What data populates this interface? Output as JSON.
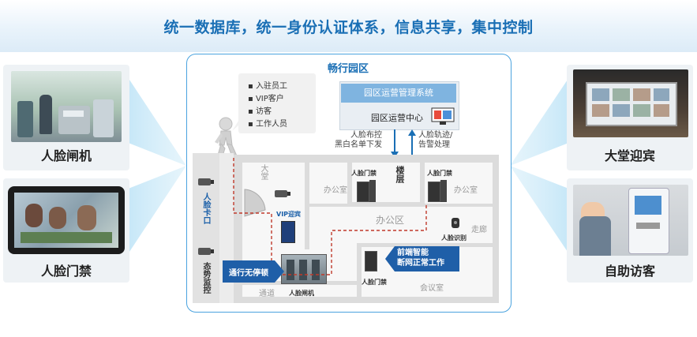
{
  "banner": {
    "title": "统一数据库，统一身份认证体系，信息共享，集中控制"
  },
  "left_panels": [
    {
      "label": "人脸闸机",
      "icon": "face-gate-photo"
    },
    {
      "label": "人脸门禁",
      "icon": "face-access-terminal-photo"
    }
  ],
  "right_panels": [
    {
      "label": "大堂迎宾",
      "icon": "lobby-welcome-screen-photo"
    },
    {
      "label": "自助访客",
      "icon": "self-service-kiosk-photo"
    }
  ],
  "park": {
    "title": "畅行园区",
    "person_types": [
      "入驻员工",
      "VIP客户",
      "访客",
      "工作人员"
    ],
    "ops_system": "园区运营管理系统",
    "ops_center": "园区运营中心",
    "arrow_down_label": [
      "人脸布控",
      "黑白名单下发"
    ],
    "arrow_up_label": [
      "人脸轨迹/",
      "告警处理"
    ],
    "entrance": {
      "face_checkpoint": "人脸卡口",
      "situation_monitor": "态势监控"
    },
    "rooms": {
      "lobby": "大堂",
      "office_left": "办公室",
      "office_right": "办公室",
      "stairs": "楼层",
      "office_area": "办公区",
      "corridor": "走廊",
      "passage": "通道",
      "meeting_room": "会议室"
    },
    "devices": {
      "face_access_1": "人脸门禁",
      "face_access_2": "人脸门禁",
      "face_access_3": "人脸门禁",
      "vip_welcome": "VIP迎宾",
      "face_recognition": "人脸识别",
      "face_gate": "人脸闸机"
    },
    "callouts": {
      "pass_through": "通行无停顿",
      "smart_front": [
        "前端智能",
        "断网正常工作"
      ]
    }
  },
  "colors": {
    "accent": "#1a6fb5",
    "badge": "#1f5fa8",
    "path": "#c0392b",
    "frame": "#4aa3df"
  }
}
